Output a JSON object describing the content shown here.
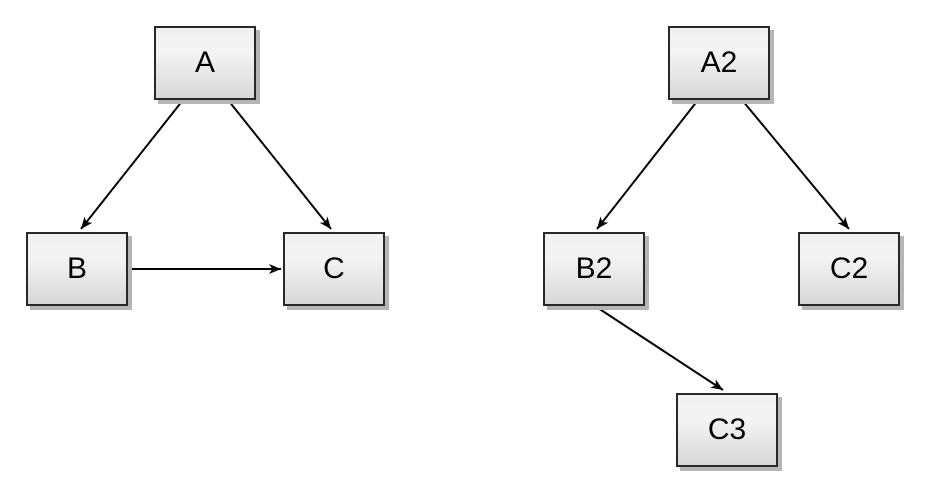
{
  "diagram": {
    "left_graph": {
      "nodes": [
        {
          "id": "A",
          "label": "A"
        },
        {
          "id": "B",
          "label": "B"
        },
        {
          "id": "C",
          "label": "C"
        }
      ],
      "edges": [
        {
          "from": "A",
          "to": "B"
        },
        {
          "from": "A",
          "to": "C"
        },
        {
          "from": "B",
          "to": "C"
        }
      ]
    },
    "right_graph": {
      "nodes": [
        {
          "id": "A2",
          "label": "A2"
        },
        {
          "id": "B2",
          "label": "B2"
        },
        {
          "id": "C2",
          "label": "C2"
        },
        {
          "id": "C3",
          "label": "C3"
        }
      ],
      "edges": [
        {
          "from": "A2",
          "to": "B2"
        },
        {
          "from": "A2",
          "to": "C2"
        },
        {
          "from": "B2",
          "to": "C3"
        }
      ]
    },
    "styles": {
      "background": "#ffffff",
      "node_fill_top": "#f2f2f2",
      "node_fill_bottom": "#d7d7d7",
      "node_border": "#282828",
      "node_shadow": "#b5b5b5",
      "edge_color": "#000000",
      "label_color": "#000000"
    }
  }
}
